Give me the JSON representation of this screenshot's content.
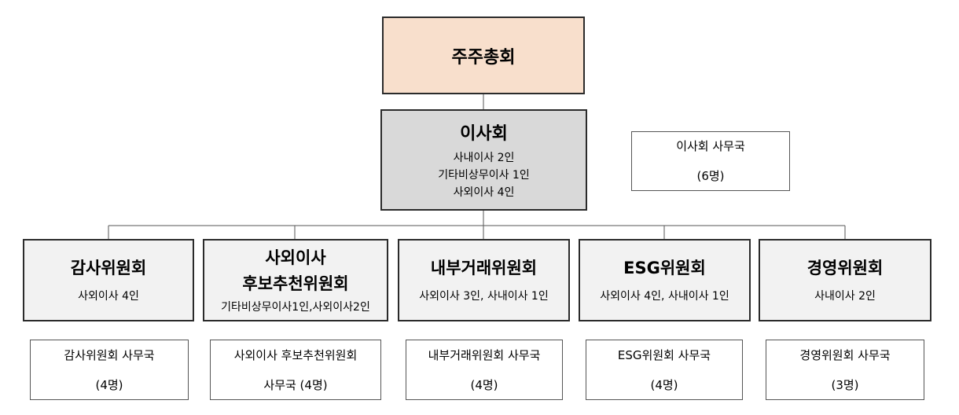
{
  "shareholders": {
    "title": "주주총회"
  },
  "board": {
    "title": "이사회",
    "lines": [
      "사내이사 2인",
      "기타비상무이사 1인",
      "사외이사 4인"
    ]
  },
  "board_office": {
    "line1": "이사회 사무국",
    "line2": "(6명)"
  },
  "committees": [
    {
      "title_line1": "감사위원회",
      "title_line2": "",
      "detail": "사외이사 4인",
      "office_line1": "감사위원회 사무국",
      "office_line2": "(4명)"
    },
    {
      "title_line1": "사외이사",
      "title_line2": "후보추천위원회",
      "detail": "기타비상무이사1인,사외이사2인",
      "office_line1": "사외이사 후보추천위원회",
      "office_line2": "사무국 (4명)"
    },
    {
      "title_line1": "내부거래위원회",
      "title_line2": "",
      "detail": "사외이사 3인, 사내이사 1인",
      "office_line1": "내부거래위원회 사무국",
      "office_line2": "(4명)"
    },
    {
      "title_line1": "ESG위원회",
      "title_line2": "",
      "detail": "사외이사 4인, 사내이사 1인",
      "office_line1": "ESG위원회 사무국",
      "office_line2": "(4명)"
    },
    {
      "title_line1": "경영위원회",
      "title_line2": "",
      "detail": "사내이사 2인",
      "office_line1": "경영위원회 사무국",
      "office_line2": "(3명)"
    }
  ],
  "colors": {
    "shareholders_fill": "#f8dfcc",
    "board_fill": "#d9d9d9",
    "committee_fill": "#f2f2f2",
    "line": "#555555"
  }
}
